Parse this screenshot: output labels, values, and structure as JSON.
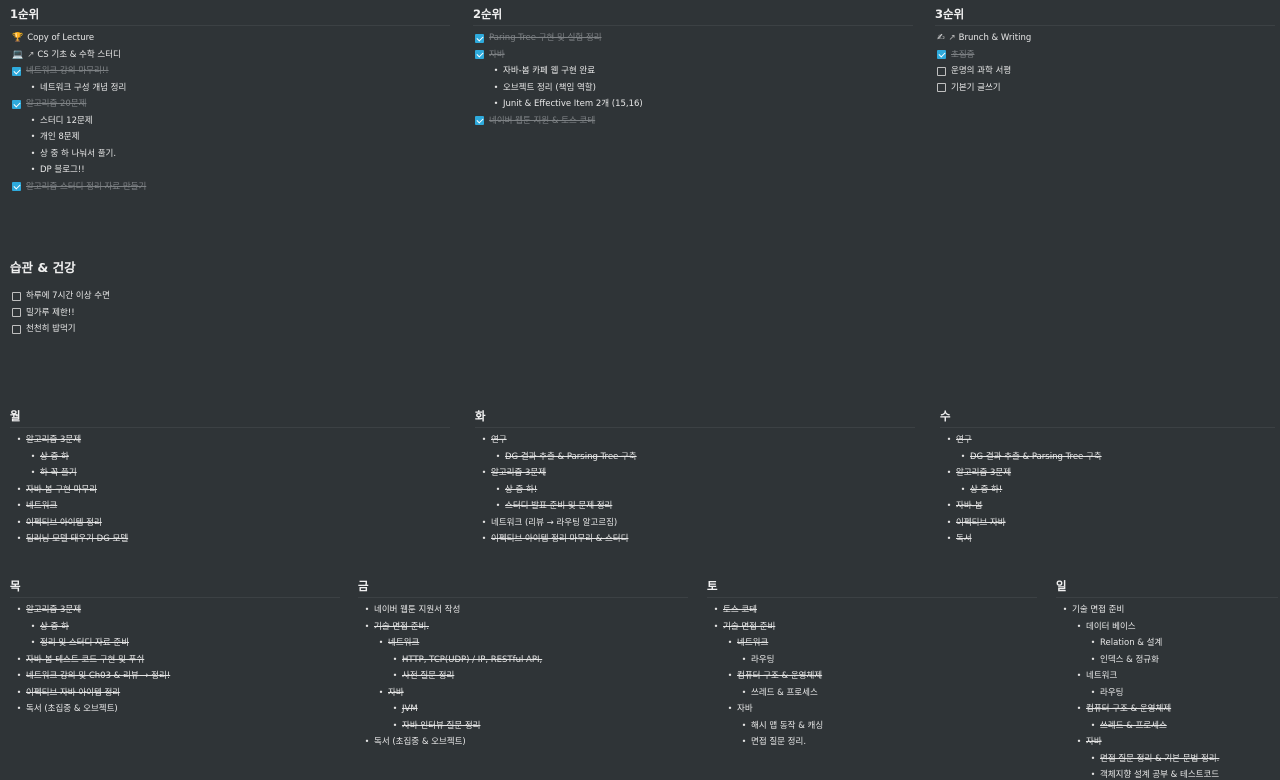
{
  "priority": [
    {
      "title": "1순위",
      "items": [
        {
          "type": "page",
          "icon": "🏆",
          "arrow": "",
          "text": "Copy of Lecture"
        },
        {
          "type": "page",
          "icon": "💻",
          "arrow": "↗",
          "text": "CS 기초 & 수학 스터디"
        },
        {
          "type": "check",
          "checked": true,
          "text": "네트워크 강의 마무리!!"
        },
        {
          "type": "bullet",
          "level": 1,
          "text": "네트워크 구성 개념 정리"
        },
        {
          "type": "check",
          "checked": true,
          "text": "알고리즘 20문제"
        },
        {
          "type": "bullet",
          "level": 1,
          "text": "스터디 12문제"
        },
        {
          "type": "bullet",
          "level": 1,
          "text": "개인 8문제"
        },
        {
          "type": "bullet",
          "level": 1,
          "text": "상 중 하 나눠서 풀기."
        },
        {
          "type": "bullet",
          "level": 1,
          "text": "DP 블로그!!"
        },
        {
          "type": "check",
          "checked": true,
          "text": "알고리즘 스터디 정리 자료 만들기"
        }
      ]
    },
    {
      "title": "2순위",
      "items": [
        {
          "type": "check",
          "checked": true,
          "text": "Paring Tree 구현 및 실험 정리"
        },
        {
          "type": "check",
          "checked": true,
          "text": "자바"
        },
        {
          "type": "bullet",
          "level": 1,
          "text": "자바-봄 카페 웹 구현 완료"
        },
        {
          "type": "bullet",
          "level": 1,
          "text": "오브젝트 정리 (책임 역할)"
        },
        {
          "type": "bullet",
          "level": 1,
          "text": "Junit & Effective Item 2개 (15,16)"
        },
        {
          "type": "check",
          "checked": true,
          "text": "네이버 웹툰 지원 & 토스 코테"
        }
      ]
    },
    {
      "title": "3순위",
      "items": [
        {
          "type": "page",
          "icon": "✍",
          "arrow": "↗",
          "text": "Brunch & Writing"
        },
        {
          "type": "check",
          "checked": true,
          "text": "초집중"
        },
        {
          "type": "check",
          "checked": false,
          "text": "운명의 과학 서평"
        },
        {
          "type": "check",
          "checked": false,
          "text": "기본기 글쓰기"
        }
      ]
    }
  ],
  "habits": {
    "title": "습관 & 건강",
    "items": [
      {
        "checked": false,
        "text": "하루에 7시간 이상 수면"
      },
      {
        "checked": false,
        "text": "밀가루 제한!!"
      },
      {
        "checked": false,
        "text": "천천히 밥먹기"
      }
    ]
  },
  "week_top": [
    {
      "title": "월",
      "items": [
        {
          "level": 0,
          "strike": true,
          "text": "알고리즘 3문제"
        },
        {
          "level": 1,
          "strike": true,
          "text": "상 중 하"
        },
        {
          "level": 1,
          "strike": true,
          "text": "하 꼭 풀기"
        },
        {
          "level": 0,
          "strike": true,
          "text": "자바-봄 구현 마무리"
        },
        {
          "level": 0,
          "strike": true,
          "text": "네트워크"
        },
        {
          "level": 0,
          "strike": true,
          "text": "이펙티브 아이템 정리"
        },
        {
          "level": 0,
          "strike": true,
          "text": "딥러닝 모델 태우기 DG 모델"
        }
      ]
    },
    {
      "title": "화",
      "items": [
        {
          "level": 0,
          "strike": true,
          "text": "연구"
        },
        {
          "level": 1,
          "strike": true,
          "text": "DG 결과 추출 & Parsing Tree 구축"
        },
        {
          "level": 0,
          "strike": true,
          "text": "알고리즘 3문제"
        },
        {
          "level": 1,
          "strike": true,
          "text": "상 중 하!"
        },
        {
          "level": 1,
          "strike": true,
          "text": "스터디 발표 준비 및 문제 정리"
        },
        {
          "level": 0,
          "strike": false,
          "text": "네트워크 (리뷰 → 라우팅 알고르짐)"
        },
        {
          "level": 0,
          "strike": true,
          "text": "이펙티브 아이템 정리 마무리 & 스터디"
        }
      ]
    },
    {
      "title": "수",
      "items": [
        {
          "level": 0,
          "strike": true,
          "text": "연구"
        },
        {
          "level": 1,
          "strike": true,
          "text": "DG 결과 추출 & Parsing Tree 구축"
        },
        {
          "level": 0,
          "strike": true,
          "text": "알고리즘 3문제"
        },
        {
          "level": 1,
          "strike": true,
          "text": "상 중 하!"
        },
        {
          "level": 0,
          "strike": true,
          "text": "자바-봄"
        },
        {
          "level": 0,
          "strike": true,
          "text": "이펙티브 자바"
        },
        {
          "level": 0,
          "strike": true,
          "text": "독서"
        }
      ]
    }
  ],
  "week_bottom": [
    {
      "title": "목",
      "items": [
        {
          "level": 0,
          "strike": true,
          "text": "알고리즘 3문제"
        },
        {
          "level": 1,
          "strike": true,
          "text": "상 중 하"
        },
        {
          "level": 1,
          "strike": true,
          "text": "정리 및 스터디 자료 준비"
        },
        {
          "level": 0,
          "strike": true,
          "text": "자바-봄 테스트 코드 구현 및 푸쉬"
        },
        {
          "level": 0,
          "strike": true,
          "text": "네트워크 강의 및 Ch03 & 리뷰 → 정리!"
        },
        {
          "level": 0,
          "strike": true,
          "text": "이펙티브 자바 아이템 정리"
        },
        {
          "level": 0,
          "strike": false,
          "text": "독서 (초집중 & 오브젝트)"
        }
      ]
    },
    {
      "title": "금",
      "items": [
        {
          "level": 0,
          "strike": false,
          "text": "네이버 웹툰 지원서 작성"
        },
        {
          "level": 0,
          "strike": true,
          "text": "기술 면접 준비."
        },
        {
          "level": 1,
          "strike": true,
          "text": "네트워크"
        },
        {
          "level": 2,
          "strike": true,
          "text": "HTTP, TCP(UDP) / IP, RESTful API,"
        },
        {
          "level": 2,
          "strike": true,
          "text": "사전 질문 정리"
        },
        {
          "level": 1,
          "strike": true,
          "text": "자바"
        },
        {
          "level": 2,
          "strike": true,
          "text": "JVM"
        },
        {
          "level": 2,
          "strike": true,
          "text": "자바 인터뷰 질문 정리"
        },
        {
          "level": 0,
          "strike": false,
          "text": "독서 (초집중 & 오브젝트)"
        }
      ]
    },
    {
      "title": "토",
      "items": [
        {
          "level": 0,
          "strike": true,
          "text": "토스 코테"
        },
        {
          "level": 0,
          "strike": true,
          "text": "기술 면접 준비"
        },
        {
          "level": 1,
          "strike": true,
          "text": "네트워크"
        },
        {
          "level": 2,
          "strike": false,
          "text": "라우팅"
        },
        {
          "level": 1,
          "strike": true,
          "text": "컴퓨터 구조 & 운영체제"
        },
        {
          "level": 2,
          "strike": false,
          "text": "쓰레드 & 프로세스"
        },
        {
          "level": 1,
          "strike": false,
          "text": "자바"
        },
        {
          "level": 2,
          "strike": false,
          "text": "해시 맵 동작 & 캐싱"
        },
        {
          "level": 2,
          "strike": false,
          "text": "면접 질문 정리."
        }
      ]
    },
    {
      "title": "일",
      "items": [
        {
          "level": 0,
          "strike": false,
          "text": "기술 면접 준비"
        },
        {
          "level": 1,
          "strike": false,
          "text": "데이터 베이스"
        },
        {
          "level": 2,
          "strike": false,
          "text": "Relation & 설계"
        },
        {
          "level": 2,
          "strike": false,
          "text": "인덱스 & 정규화"
        },
        {
          "level": 1,
          "strike": false,
          "text": "네트워크"
        },
        {
          "level": 2,
          "strike": false,
          "text": "라우팅"
        },
        {
          "level": 1,
          "strike": true,
          "text": "컴퓨터 구조 & 운영체제"
        },
        {
          "level": 2,
          "strike": true,
          "text": "쓰레드 & 프로세스"
        },
        {
          "level": 1,
          "strike": true,
          "text": "자바"
        },
        {
          "level": 2,
          "strike": true,
          "text": "면접 질문 정리 & 기본 문법 정리."
        },
        {
          "level": 2,
          "strike": false,
          "text": "객체지향 설계 공부 & 테스트코드"
        }
      ]
    }
  ]
}
